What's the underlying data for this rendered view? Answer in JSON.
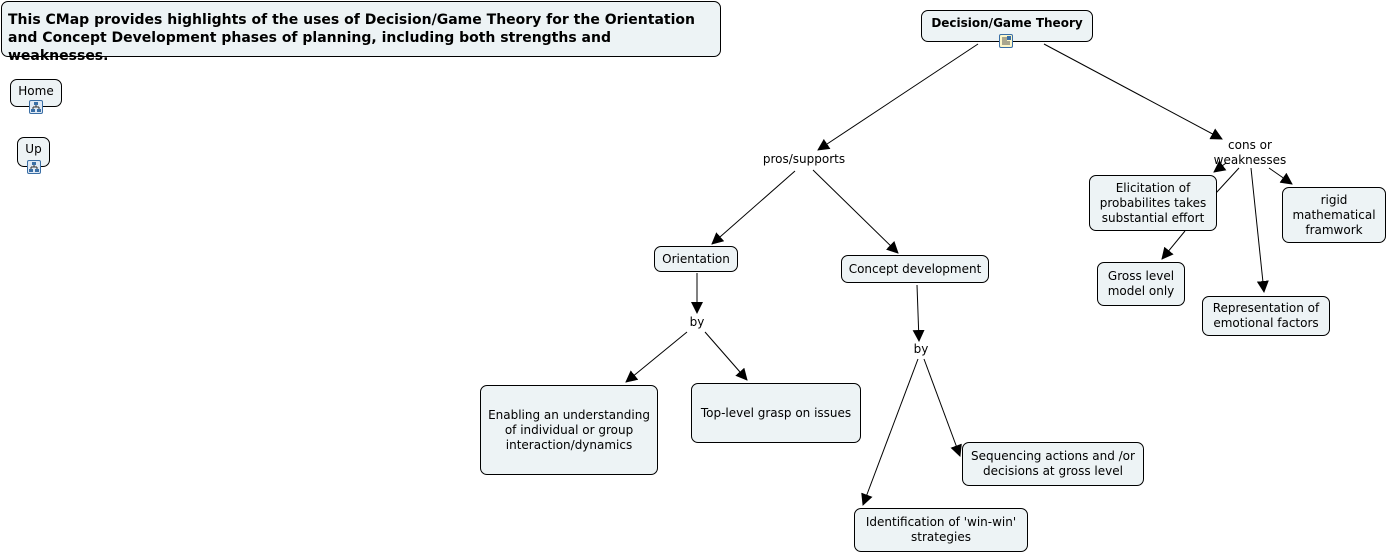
{
  "description": "This CMap provides highlights of the uses of Decision/Game Theory for the Orientation\nand Concept Development phases of planning, including both strengths and weaknesses.",
  "nav": {
    "home": {
      "label": "Home",
      "icon": "concept-map-link-icon"
    },
    "up": {
      "label": "Up",
      "icon": "concept-map-link-icon"
    }
  },
  "root": {
    "label": "Decision/Game Theory",
    "icon": "document-resource-icon"
  },
  "linking_phrases": {
    "pros": "pros/supports",
    "cons": "cons or\nweaknesses",
    "by_orientation": "by",
    "by_concept": "by"
  },
  "concepts": {
    "orientation": "Orientation",
    "concept_development": "Concept development",
    "enabling": "Enabling an understanding\nof individual or group\ninteraction/dynamics",
    "top_level": "Top-level grasp on issues",
    "sequencing": "Sequencing actions and /or\ndecisions at gross level",
    "win_win": "Identification of 'win-win'\nstrategies",
    "elicitation": "Elicitation of\nprobabilites takes\nsubstantial effort",
    "gross_level": "Gross level\nmodel only",
    "representation": "Representation of\nemotional factors",
    "rigid": "rigid\nmathematical\nframwork"
  },
  "colors": {
    "node_fill": "#edf3f5",
    "border": "#000000",
    "icon_border": "#3a6ea5"
  }
}
